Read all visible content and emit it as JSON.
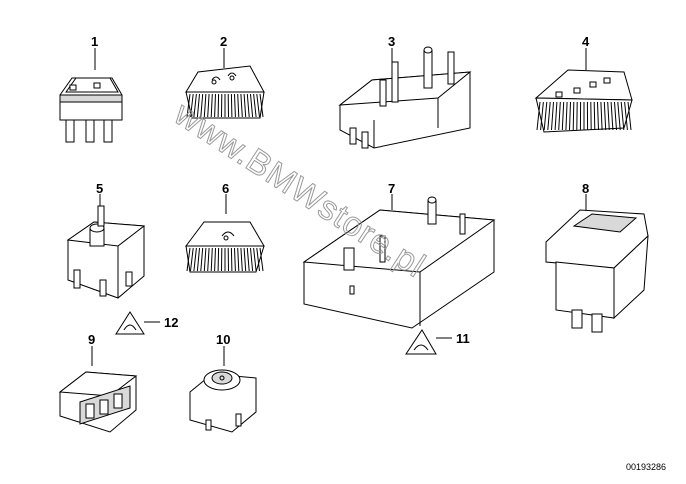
{
  "diagram": {
    "callouts": [
      "1",
      "2",
      "3",
      "4",
      "5",
      "6",
      "7",
      "8",
      "9",
      "10",
      "11",
      "12"
    ],
    "reference_number": "00193286",
    "watermark": "www.BMWstore.pl"
  }
}
